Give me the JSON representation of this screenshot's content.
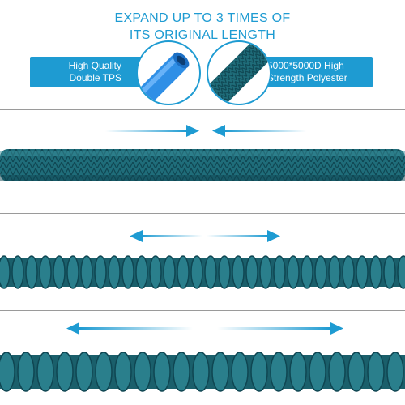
{
  "headline": {
    "line1": "EXPAND UP TO 3 TIMES OF",
    "line2": "ITS ORIGINAL LENGTH"
  },
  "features": {
    "left": {
      "line1": "High Quality",
      "line2": "Double TPS"
    },
    "right": {
      "line1": "5000*5000D High",
      "line2": "Strength Polyester"
    }
  },
  "colors": {
    "accent": "#1e9bd2",
    "hose": "#1f6d7a",
    "hose_dark": "#0f4652",
    "tube": "#2f8fe6"
  }
}
